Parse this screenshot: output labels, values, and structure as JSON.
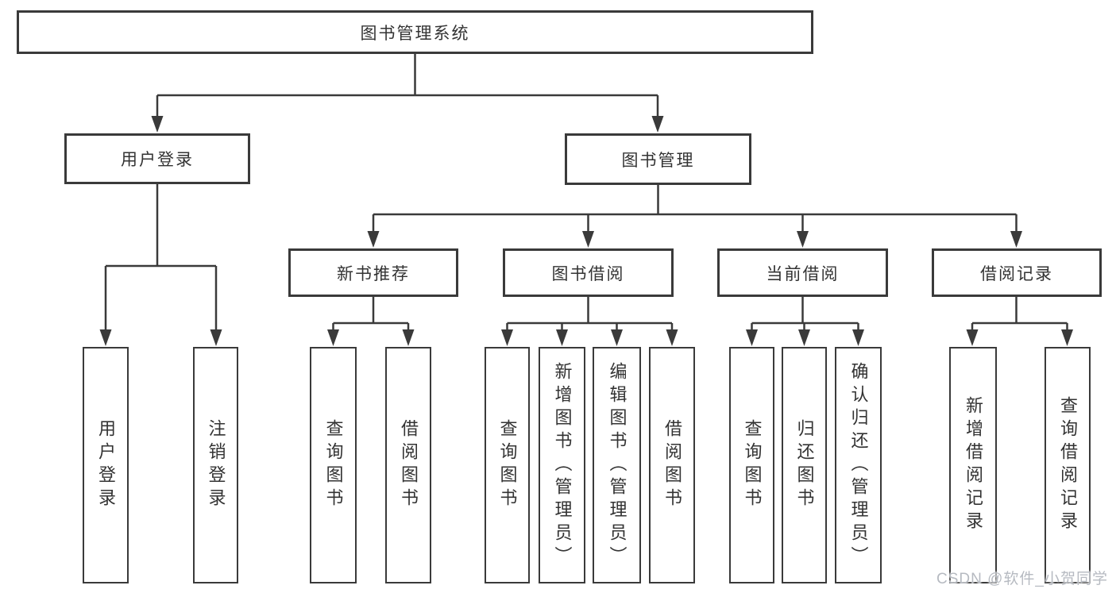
{
  "tree": {
    "label": "图书管理系统",
    "children": [
      {
        "label": "用户登录",
        "children": [
          {
            "label": "用户登录"
          },
          {
            "label": "注销登录"
          }
        ]
      },
      {
        "label": "图书管理",
        "children": [
          {
            "label": "新书推荐",
            "children": [
              {
                "label": "查询图书"
              },
              {
                "label": "借阅图书"
              }
            ]
          },
          {
            "label": "图书借阅",
            "children": [
              {
                "label": "查询图书"
              },
              {
                "label": "新增图书（管理员）"
              },
              {
                "label": "编辑图书（管理员）"
              },
              {
                "label": "借阅图书"
              }
            ]
          },
          {
            "label": "当前借阅",
            "children": [
              {
                "label": "查询图书"
              },
              {
                "label": "归还图书"
              },
              {
                "label": "确认归还（管理员）"
              }
            ]
          },
          {
            "label": "借阅记录",
            "children": [
              {
                "label": "新增借阅记录"
              },
              {
                "label": "查询借阅记录"
              }
            ]
          }
        ]
      }
    ]
  },
  "watermark": {
    "text": "CSDN @软件_小贺同学"
  },
  "colors": {
    "line": "#3a3a3a",
    "text": "#333333",
    "watermark": "#b6bac1",
    "background": "#ffffff"
  }
}
